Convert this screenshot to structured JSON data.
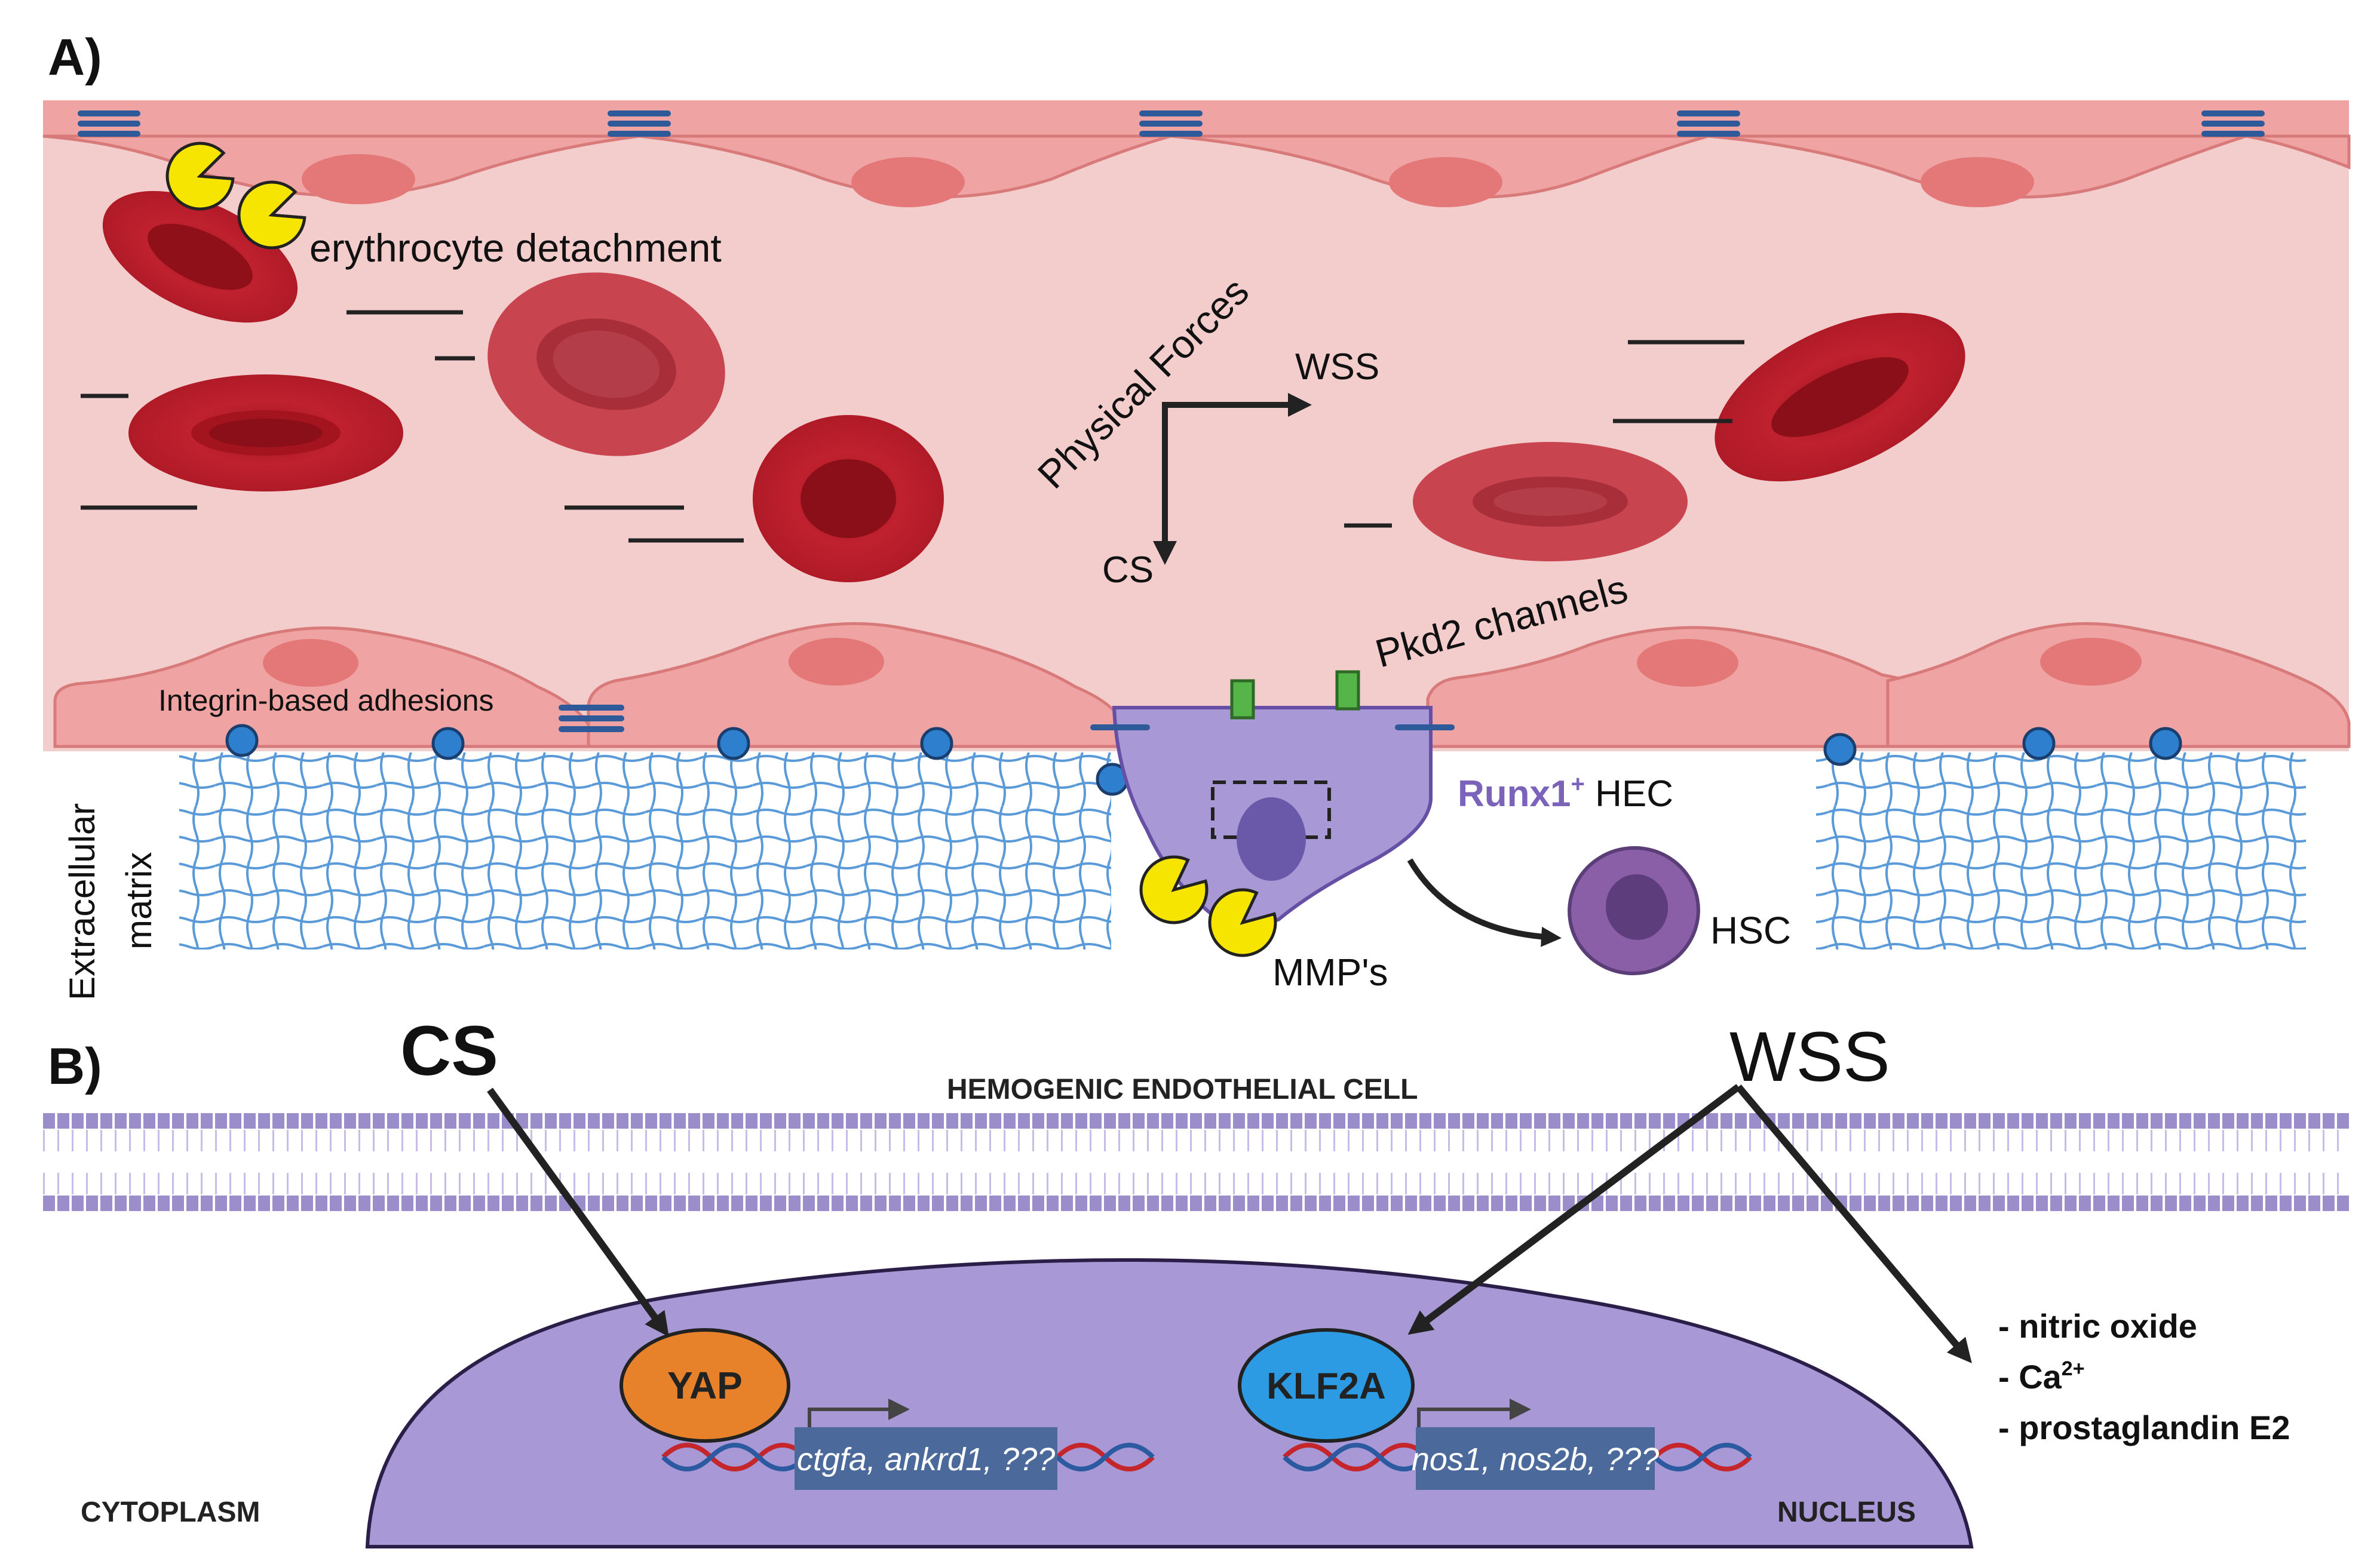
{
  "panel_a": {
    "label": "A)",
    "erythrocyte_detachment": "erythrocyte detachment",
    "physical_forces": "Physical Forces",
    "wss": "WSS",
    "cs": "CS",
    "pkd2_channels": "Pkd2 channels",
    "integrin_adhesions": "Integrin-based adhesions",
    "ecm_line1": "Extracellular",
    "ecm_line2": "matrix",
    "hec_bold": "Runx1",
    "hec_sup": "+",
    "hec_rest": " HEC",
    "hsc": "HSC",
    "mmps": "MMP's"
  },
  "panel_b": {
    "label": "B)",
    "cs": "CS",
    "wss": "WSS",
    "cell_title": "HEMOGENIC ENDOTHELIAL CELL",
    "yap": "YAP",
    "klf2a": "KLF2A",
    "yap_genes": "ctgfa, ankrd1, ???",
    "klf2a_genes": "nos1, nos2b, ???",
    "cytoplasm": "CYTOPLASM",
    "nucleus": "NUCLEUS",
    "outputs": [
      {
        "text": "- nitric oxide",
        "sup": ""
      },
      {
        "text": "- Ca",
        "sup": "2+"
      },
      {
        "text": "- prostaglandin E2",
        "sup": ""
      }
    ]
  },
  "colors": {
    "lumen": "#f3cccc",
    "endothelium": "#efa3a3",
    "nucleus": "#e47878",
    "rbc": "#c0212e",
    "hec": "#a899d6",
    "ecm": "#5a9ad8",
    "yap": "#e7822a",
    "klf2a": "#2d9be3",
    "gene_box": "#4b6a9b"
  }
}
